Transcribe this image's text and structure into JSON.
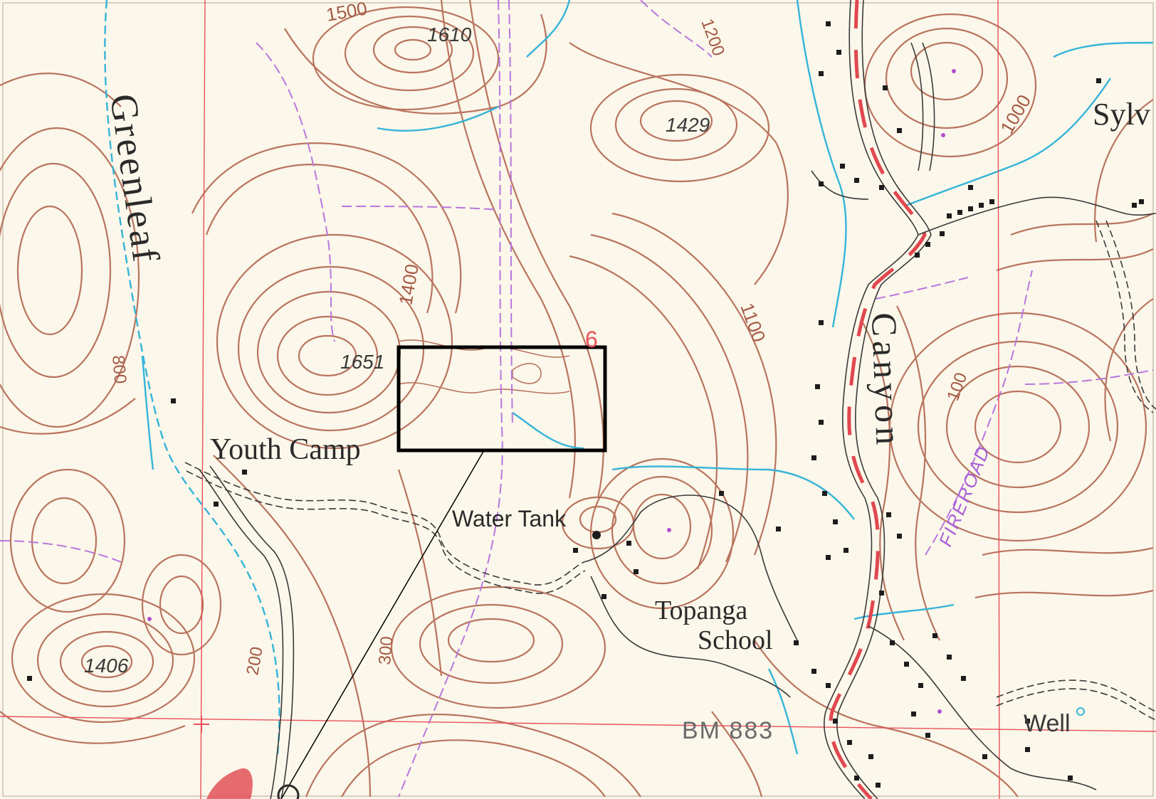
{
  "colors": {
    "paper": "#fbf7ea",
    "contour": "#b9745f",
    "index_contour": "#9c4d3a",
    "water": "#34b4d8",
    "grid": "#e9505a",
    "trail": "#b877dd",
    "road": "#3a3a3a",
    "highway_fill": "#e1474f",
    "building": "#1c1c1c"
  },
  "place_labels": {
    "greenleaf": "Greenleaf",
    "canyon": "Canyon",
    "sylv": "Sylv",
    "youth_camp": "Youth Camp",
    "water_tank": "Water Tank",
    "topanga": "Topanga",
    "school": "School",
    "bm": "BM 883",
    "well": "Well",
    "fireroad": "FIREROAD"
  },
  "elevations": {
    "e1610": "1610",
    "e1429": "1429",
    "e1651": "1651",
    "e1406": "1406"
  },
  "contour_labels": {
    "c1500": "1500",
    "c1400": "1400",
    "c1100": "1100",
    "c1000": "1000",
    "c800": "800",
    "c300": "300",
    "c200": "200",
    "c100": "100",
    "c1200": "1200"
  },
  "section_marker": "6",
  "highlight_box": {
    "label": "selected-area"
  }
}
